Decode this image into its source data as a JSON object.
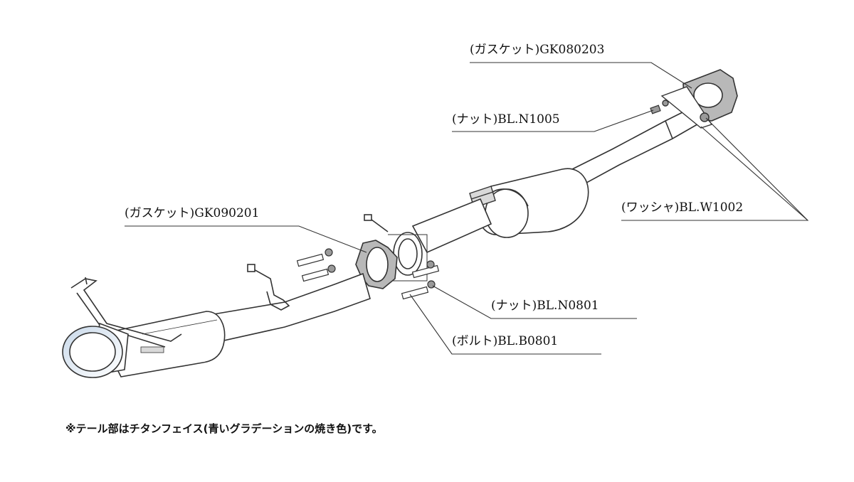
{
  "parts": [
    {
      "id": "gasket-front",
      "label": "(ガスケット)GK080203"
    },
    {
      "id": "nut-front",
      "label": "(ナット)BL.N1005"
    },
    {
      "id": "washer",
      "label": "(ワッシャ)BL.W1002"
    },
    {
      "id": "gasket-mid",
      "label": "(ガスケット)GK090201"
    },
    {
      "id": "nut-mid",
      "label": "(ナット)BL.N0801"
    },
    {
      "id": "bolt-mid",
      "label": "(ボルト)BL.B0801"
    }
  ],
  "footnote": "※テール部はチタンフェイス(青いグラデーションの焼き色)です。",
  "colors": {
    "line": "#333333",
    "fill": "#ffffff",
    "shade": "#d9d9d9",
    "dark": "#8a8a8a",
    "tip_blue": "#7aa0c8"
  }
}
